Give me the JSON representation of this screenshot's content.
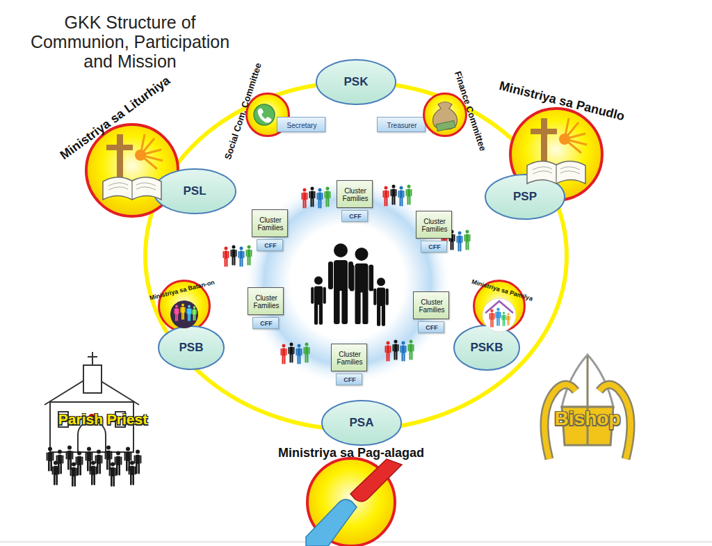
{
  "diagram": {
    "title": "GKK Structure of Communion, Participation and Mission",
    "nodes": [
      {
        "text": [
          "Ministriya sa Liturhiya"
        ]
      },
      {
        "text": [
          "Social Com. Committee"
        ]
      },
      {
        "text": [
          "Secretary"
        ]
      },
      {
        "text": [
          "PSK"
        ]
      },
      {
        "text": [
          "Treasurer"
        ]
      },
      {
        "text": [
          "Finance Committee"
        ]
      },
      {
        "text": [
          "Ministriya sa Panudlo"
        ]
      },
      {
        "text": [
          "PSL"
        ]
      },
      {
        "text": [
          "PSP"
        ]
      },
      {
        "text": [
          "Cluster Families"
        ]
      },
      {
        "text": [
          "CFF"
        ]
      },
      {
        "text": [
          "Cluster Families"
        ]
      },
      {
        "text": [
          "CFF"
        ]
      },
      {
        "text": [
          "Cluster Families"
        ]
      },
      {
        "text": [
          "CFF"
        ]
      },
      {
        "text": [
          "Cluster Families"
        ]
      },
      {
        "text": [
          "CFF"
        ]
      },
      {
        "text": [
          "Cluster Families"
        ]
      },
      {
        "text": [
          "CFF"
        ]
      },
      {
        "text": [
          "Cluster Families"
        ]
      },
      {
        "text": [
          "CFF"
        ]
      },
      {
        "text": [
          "Ministriya sa Batan-on"
        ]
      },
      {
        "text": [
          "PSB"
        ]
      },
      {
        "text": [
          "Ministriya sa Pamilya"
        ]
      },
      {
        "text": [
          "PSKB"
        ]
      },
      {
        "text": [
          "PSA"
        ]
      },
      {
        "text": [
          "Ministriya sa Pag-alagad"
        ]
      }
    ],
    "labels": [
      "Parish Priest",
      "Bishop"
    ]
  }
}
